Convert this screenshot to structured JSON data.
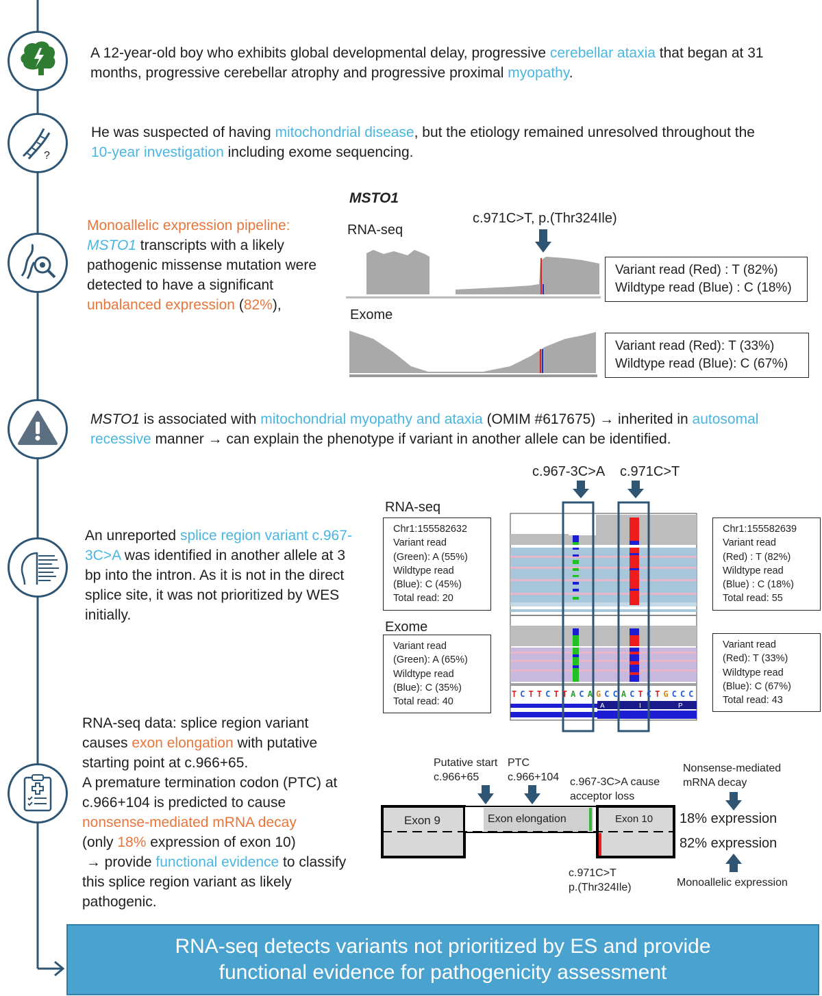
{
  "section1": {
    "parts": [
      "A 12-year-old boy who exhibits global developmental delay, progressive ",
      "cerebellar ataxia",
      " that began at 31 months, progressive cerebellar atrophy and progressive proximal ",
      "myopathy",
      "."
    ]
  },
  "section2": {
    "parts": [
      "He was suspected of having ",
      "mitochondrial disease",
      ", but the etiology remained unresolved throughout the ",
      "10-year investigation",
      " including exome sequencing."
    ]
  },
  "section3": {
    "parts": [
      "Monoallelic expression pipeline:",
      "MSTO1",
      " transcripts with a likely pathogenic missense mutation were detected to have a significant ",
      "unbalanced expression",
      " (",
      "82%",
      "),"
    ]
  },
  "igv1": {
    "gene": "MSTO1",
    "variant_label": "c.971C>T, p.(Thr324Ile)",
    "rnaseq_label": "RNA-seq",
    "exome_label": "Exome",
    "rnaseq_box": [
      "Variant read (Red) : T (82%)",
      "Wildtype read (Blue) : C (18%)"
    ],
    "exome_box": [
      "Variant read (Red): T (33%)",
      "Wildtype read (Blue): C (67%)"
    ]
  },
  "section4": {
    "parts": [
      "MSTO1",
      " is associated with ",
      "mitochondrial myopathy and ataxia",
      " (OMIM #617675) → inherited in ",
      "autosomal recessive",
      " manner → can explain the phenotype if variant in another allele can be identified."
    ]
  },
  "section5": {
    "parts": [
      "An unreported ",
      "splice region variant c.967-3C>A",
      " was identified in another allele at 3 bp into the intron. As it is not in the direct splice site, it was not prioritized by WES initially."
    ]
  },
  "igv2": {
    "variant1": "c.967-3C>A",
    "variant2": "c.971C>T",
    "rnaseq_label": "RNA-seq",
    "exome_label": "Exome",
    "rna_left": [
      "Chr1:155582632",
      "Variant read",
      "(Green): A (55%)",
      "Wildtype read",
      "(Blue): C (45%)",
      "Total read: 20"
    ],
    "rna_right": [
      "Chr1:155582639",
      "Variant read",
      "(Red) : T (82%)",
      "Wildtype read",
      "(Blue) : C (18%)",
      "Total read: 55"
    ],
    "ex_left": [
      "Variant read",
      "(Green): A (65%)",
      "Wildtype read",
      "(Blue): C (35%)",
      "Total read: 40"
    ],
    "ex_right": [
      "Variant read",
      "(Red): T (33%)",
      "Wildtype read",
      "(Blue): C (67%)",
      "Total read: 43"
    ],
    "sequence": [
      "T",
      "C",
      "T",
      "T",
      "C",
      "T",
      "T",
      "A",
      "C",
      "A",
      "G",
      "C",
      "C",
      "A",
      "C",
      "T",
      "C",
      "T",
      "G",
      "C",
      "C",
      "C"
    ],
    "aa": [
      "A",
      "I",
      "P"
    ]
  },
  "section6": {
    "parts": [
      "RNA-seq data: splice region variant causes ",
      "exon elongation",
      " with putative starting point at c.966+65.",
      "A premature termination codon (PTC) at c.966+104 is predicted to cause ",
      "nonsense-mediated mRNA decay",
      "(only ",
      "18%",
      " expression of exon 10)",
      "→ provide ",
      "functional evidence",
      " to classify this splice region  variant as likely pathogenic."
    ]
  },
  "diagram": {
    "putative_start": [
      "Putative start",
      "c.966+65"
    ],
    "ptc": [
      "PTC",
      "c.966+104"
    ],
    "acceptor": [
      "c.967-3C>A cause",
      "acceptor loss"
    ],
    "nmd": [
      "Nonsense-mediated",
      "mRNA decay"
    ],
    "exon9": "Exon 9",
    "elong": "Exon elongation",
    "exon10": "Exon 10",
    "expr18": "18% expression",
    "expr82": "82% expression",
    "variant": [
      "c.971C>T",
      "p.(Thr324Ile)"
    ],
    "mono": "Monoallelic expression"
  },
  "banner": "RNA-seq detects variants not prioritized by ES and provide functional evidence for pathogenicity assessment"
}
